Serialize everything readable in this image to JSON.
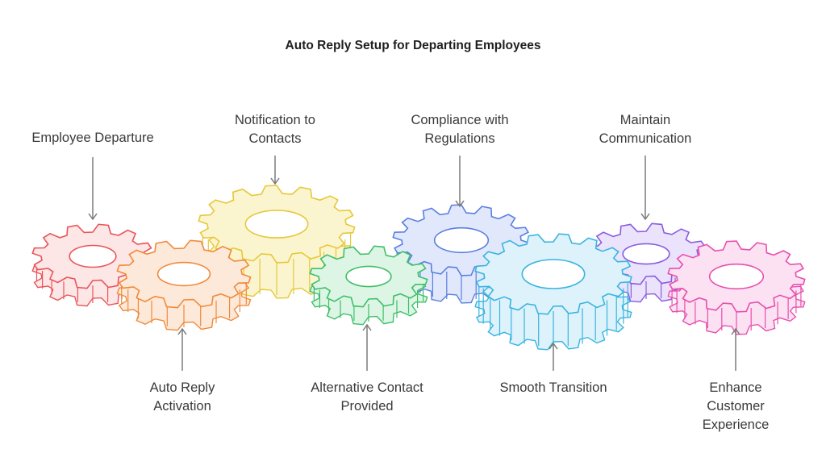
{
  "title": "Auto Reply Setup for Departing Employees",
  "steps": [
    {
      "id": "employee-departure",
      "label": "Employee Departure",
      "color": "#e8555a",
      "fill": "#fde6e6"
    },
    {
      "id": "auto-reply-activation",
      "label": "Auto Reply\nActivation",
      "color": "#f08a3c",
      "fill": "#fde9d9"
    },
    {
      "id": "notification-to-contacts",
      "label": "Notification to\nContacts",
      "color": "#e6c83a",
      "fill": "#fbf5cf"
    },
    {
      "id": "alternative-contact-provided",
      "label": "Alternative Contact\nProvided",
      "color": "#3fbf6a",
      "fill": "#ddf5e4"
    },
    {
      "id": "compliance-with-regulations",
      "label": "Compliance with\nRegulations",
      "color": "#5b7fe0",
      "fill": "#e1e8fb"
    },
    {
      "id": "smooth-transition",
      "label": "Smooth Transition",
      "color": "#39b4e0",
      "fill": "#ddf2fb"
    },
    {
      "id": "maintain-communication",
      "label": "Maintain\nCommunication",
      "color": "#8a5ce0",
      "fill": "#ebe2fb"
    },
    {
      "id": "enhance-customer-experience",
      "label": "Enhance Customer\nExperience",
      "color": "#e84fae",
      "fill": "#fbe1f1"
    }
  ]
}
